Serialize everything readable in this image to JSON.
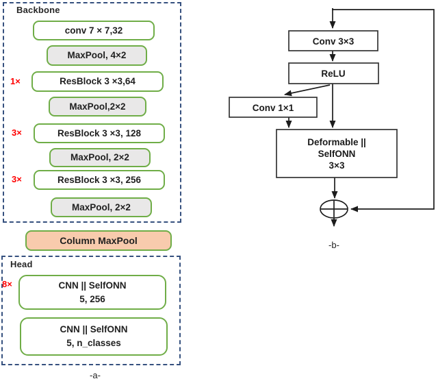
{
  "diagram_a": {
    "caption": "-a-",
    "backbone": {
      "title": "Backbone",
      "layers": [
        {
          "label": "conv 7 × 7,32",
          "type": "conv"
        },
        {
          "label": "MaxPool, 4×2",
          "type": "maxpool"
        },
        {
          "label": "ResBlock 3 ×3,64",
          "type": "resblock",
          "multiplier": "1×"
        },
        {
          "label": "MaxPool,2×2",
          "type": "maxpool"
        },
        {
          "label": "ResBlock 3 ×3, 128",
          "type": "resblock",
          "multiplier": "3×"
        },
        {
          "label": "MaxPool, 2×2",
          "type": "maxpool"
        },
        {
          "label": "ResBlock 3 ×3, 256",
          "type": "resblock",
          "multiplier": "3×"
        },
        {
          "label": "MaxPool, 2×2",
          "type": "maxpool"
        }
      ]
    },
    "column_maxpool": {
      "label": "Column MaxPool"
    },
    "head": {
      "title": "Head",
      "multiplier": "8×",
      "blocks": [
        {
          "line1": "CNN || SelfONN",
          "line2": "5, 256"
        },
        {
          "line1": "CNN || SelfONN",
          "line2": "5, n_classes"
        }
      ]
    }
  },
  "diagram_b": {
    "caption": "-b-",
    "nodes": {
      "conv3": "Conv 3×3",
      "relu": "ReLU",
      "conv1": "Conv 1×1",
      "deform_line1": "Deformable ||",
      "deform_line2": "SelfONN",
      "deform_line3": "3×3"
    },
    "merge_op": "add"
  },
  "colors": {
    "box_border_green": "#6FAD47",
    "pool_fill_gray": "#E9E8E8",
    "column_maxpool_fill": "#F8CBAD",
    "frame_dashed_navy": "#35507E",
    "multiplier_red": "#FF0000",
    "flow_stroke": "#1c1c1c"
  }
}
